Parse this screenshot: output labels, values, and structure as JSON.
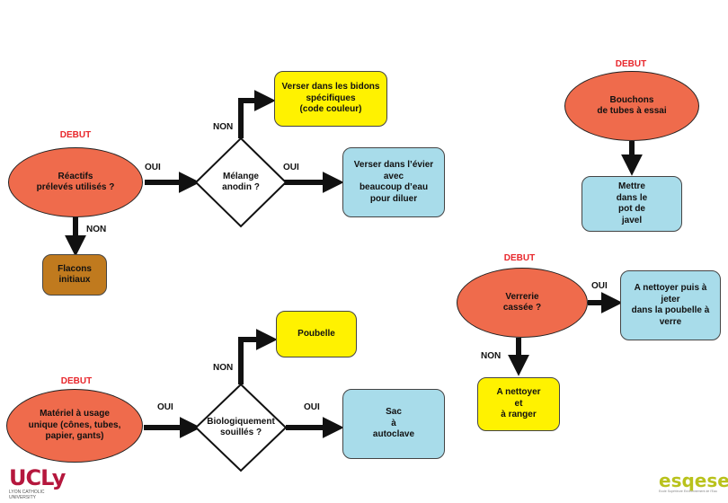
{
  "colors": {
    "start": "#ef6b4c",
    "yes_box": "#fff200",
    "info_box": "#a8dcea",
    "brown_box": "#c07a1e",
    "debut": "#e8262b"
  },
  "flow1": {
    "debut": "DEBUT",
    "start": "Réactifs\nprélevés utilisés ?",
    "oui1": "OUI",
    "non1": "NON",
    "decision": "Mélange\nanodin ?",
    "oui2": "OUI",
    "non2": "NON",
    "box_yellow": "Verser dans les bidons\nspécifiques\n(code couleur)",
    "box_blue": "Verser dans l’évier\navec\nbeaucoup d’eau\npour diluer",
    "box_brown": "Flacons\ninitiaux"
  },
  "flow2": {
    "debut": "DEBUT",
    "start": "Matériel à usage\nunique (cônes, tubes,\npapier, gants)",
    "oui1": "OUI",
    "decision": "Biologiquement\nsouillés ?",
    "oui2": "OUI",
    "non2": "NON",
    "box_yellow": "Poubelle",
    "box_blue": "Sac\nà\nautoclave"
  },
  "flow3": {
    "debut": "DEBUT",
    "start": "Bouchons\nde tubes à essai",
    "box_blue": "Mettre\ndans le\npot de\njavel"
  },
  "flow4": {
    "debut": "DEBUT",
    "start": "Verrerie\ncassée ?",
    "oui": "OUI",
    "non": "NON",
    "box_blue": "A nettoyer puis à\njeter\ndans la poubelle à\nverre",
    "box_yellow": "A nettoyer\net\nà ranger"
  },
  "logos": {
    "left_main": "UCLy",
    "left_sub": "LYON CATHOLIC UNIVERSITY",
    "right_main": "esqese",
    "right_sub": "Ecole Supérieure Environnement de l'Eau"
  }
}
